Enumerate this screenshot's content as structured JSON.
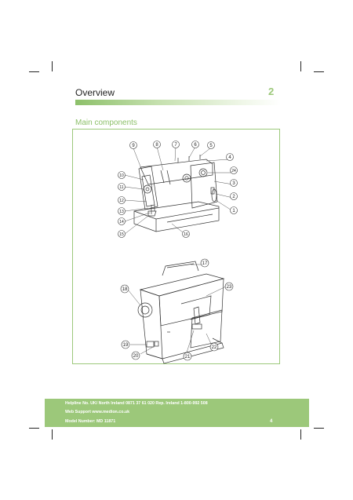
{
  "header": {
    "title": "Overview",
    "chapter_number": "2"
  },
  "section": {
    "title": "Main components"
  },
  "figure": {
    "top_callouts": [
      "9",
      "8",
      "7",
      "6",
      "5",
      "4",
      "24",
      "3",
      "2",
      "1",
      "10",
      "11",
      "12",
      "13",
      "14",
      "15",
      "16"
    ],
    "bottom_callouts": [
      "17",
      "18",
      "23",
      "19",
      "20",
      "21",
      "22"
    ]
  },
  "footer": {
    "helpline": "Helpline No. UK/ North Ireland 0871 37 61 020  Rep. Ireland 1-800-992 508",
    "web_support": "Web Support www.medion.co.uk",
    "model_number": "Model Number: MD 11871",
    "page_number": "4"
  },
  "colors": {
    "accent_green": "#9cc87a",
    "text_dark": "#222222",
    "footer_text": "#ffffff"
  }
}
